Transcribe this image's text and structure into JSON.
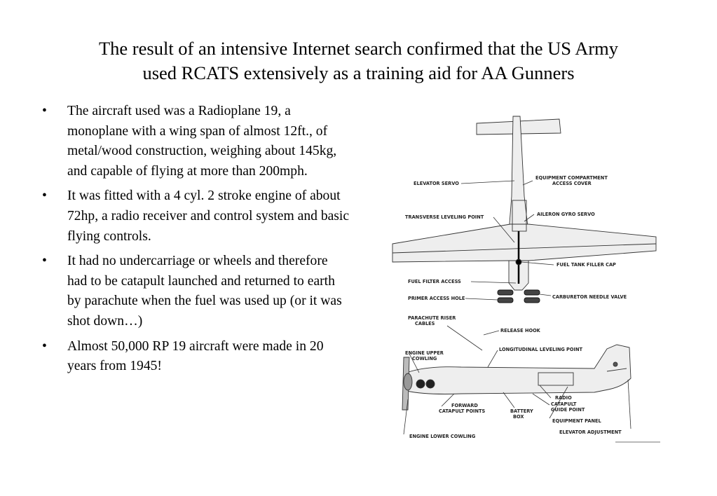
{
  "slide": {
    "title_line1": "The result of an intensive Internet search confirmed that the US Army",
    "title_line2": "used RCATS extensively as a training aid for AA Gunners",
    "bullet_char": "•",
    "bullets": [
      "The aircraft used was a Radioplane 19, a monoplane with a wing span of almost 12ft., of metal/wood construction, weighing about 145kg, and capable of flying at more than 200mph.",
      "It was fitted with a 4 cyl. 2 stroke engine of about 72hp, a radio receiver and control system and basic flying controls.",
      "It had no undercarriage or wheels and therefore had to be catapult launched and returned to earth by parachute when the fuel was used up (or it was shot down…)",
      "Almost 50,000 RP 19 aircraft were made in 20 years from 1945!"
    ]
  },
  "diagram": {
    "labels": {
      "elevator_servo": "ELEVATOR SERVO",
      "equip_comp_1": "EQUIPMENT COMPARTMENT",
      "equip_comp_2": "ACCESS COVER",
      "transverse": "TRANSVERSE LEVELING POINT",
      "aileron": "AILERON GYRO SERVO",
      "fuel_tank": "FUEL TANK FILLER CAP",
      "fuel_filter": "FUEL FILTER ACCESS",
      "carburetor": "CARBURETOR NEEDLE VALVE",
      "primer": "PRIMER ACCESS HOLE",
      "parachute_1": "PARACHUTE RISER",
      "parachute_2": "CABLES",
      "release_hook": "RELEASE HOOK",
      "engine_upper_1": "ENGINE UPPER",
      "engine_upper_2": "COWLING",
      "longitudinal": "LONGITUDINAL LEVELING POINT",
      "radio": "RADIO",
      "catapult_guide_1": "CATAPULT",
      "catapult_guide_2": "GUIDE POINT",
      "forward_1": "FORWARD",
      "forward_2": "CATAPULT POINTS",
      "battery_1": "BATTERY",
      "battery_2": "BOX",
      "equipment_panel": "EQUIPMENT PANEL",
      "elevator_adj": "ELEVATOR  ADJUSTMENT",
      "engine_lower": "ENGINE LOWER COWLING"
    }
  }
}
